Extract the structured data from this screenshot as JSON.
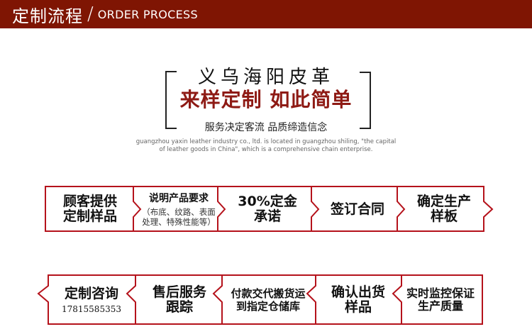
{
  "header": {
    "title_cn": "定制流程",
    "separator": "/",
    "title_en": "ORDER PROCESS",
    "background": "#7f1503"
  },
  "intro": {
    "company_name": "义乌海阳皮革",
    "slogan": "来样定制 如此简单",
    "tagline": "服务决定客流 品质缔造信念",
    "description_line1": "guangzhou yaxin leather industry co., ltd. is located in guangzhou shiling, \"the capital",
    "description_line2": "of leather goods in China\", which is a comprehensive chain enterprise.",
    "slogan_color": "#8e1a14"
  },
  "process": {
    "border_color": "#b5121b",
    "row1": [
      {
        "step": 1,
        "line1": "顾客提供",
        "line2": "定制样品"
      },
      {
        "step": 2,
        "line1": "说明产品要求",
        "line2": "（布底、纹路、表面",
        "line3": "处理、特殊性能等）"
      },
      {
        "step": 3,
        "line1": "30%定金",
        "line2": "承诺"
      },
      {
        "step": 4,
        "line1": "签订合同"
      },
      {
        "step": 5,
        "line1": "确定生产",
        "line2": "样板"
      }
    ],
    "row2": [
      {
        "step": 6,
        "line1": "实时监控保证",
        "line2": "生产质量"
      },
      {
        "step": 7,
        "line1": "确认出货",
        "line2": "样品"
      },
      {
        "step": 8,
        "line1": "付款交代搬货运",
        "line2": "到指定仓储库"
      },
      {
        "step": 9,
        "line1": "售后服务",
        "line2": "跟踪"
      },
      {
        "step": 10,
        "line1": "定制咨询",
        "phone": "17815585353"
      }
    ]
  }
}
